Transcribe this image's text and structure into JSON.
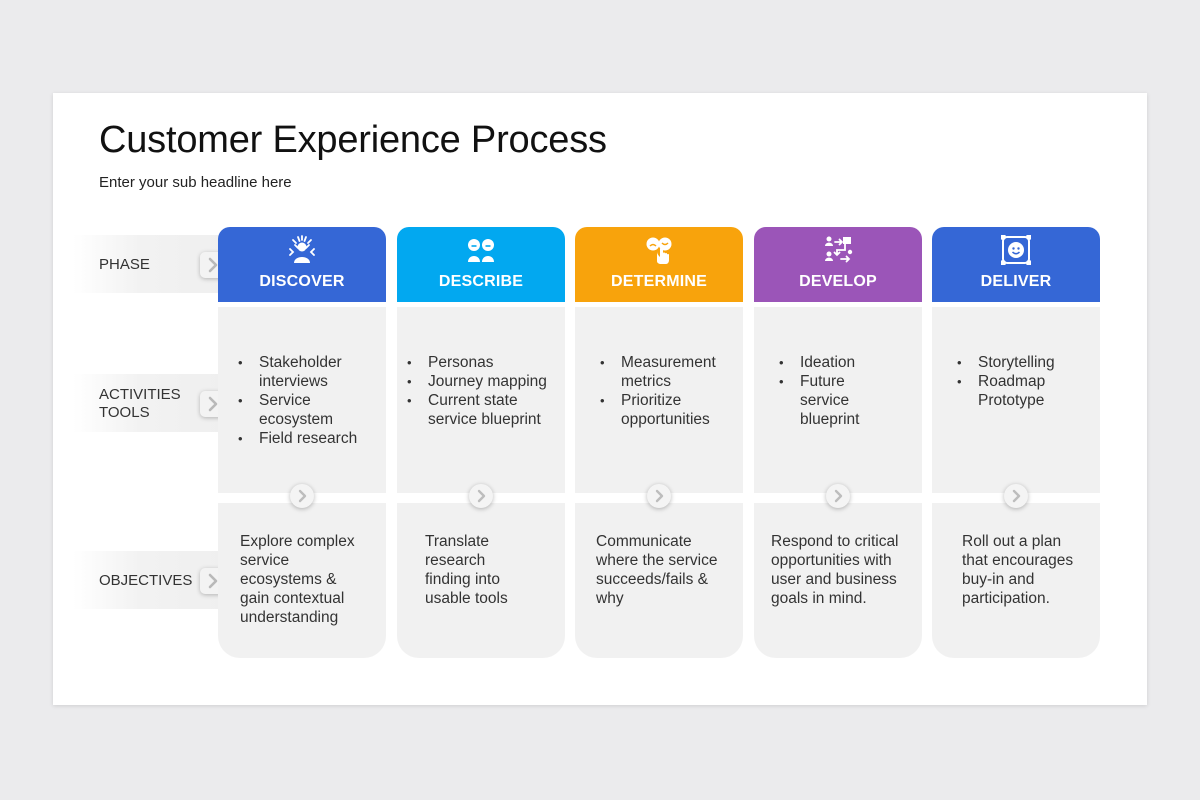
{
  "title": "Customer Experience Process",
  "subtitle": "Enter your sub headline here",
  "row_labels": {
    "phase": "PHASE",
    "activities_line1": "ACTIVITIES",
    "activities_line2": "TOOLS",
    "objectives": "OBJECTIVES"
  },
  "phases": [
    {
      "name": "DISCOVER",
      "color": "#3567d6",
      "icon": "brainstorm-person-icon",
      "activities": [
        {
          "text": "Stakeholder",
          "bullet": true
        },
        {
          "text": "interviews",
          "bullet": false
        },
        {
          "text": "Service",
          "bullet": true
        },
        {
          "text": "ecosystem",
          "bullet": false
        },
        {
          "text": "Field research",
          "bullet": true
        }
      ],
      "objective": [
        "Explore complex",
        "service",
        "ecosystems &",
        "gain contextual",
        "understanding"
      ]
    },
    {
      "name": "DESCRIBE",
      "color": "#02a8f0",
      "icon": "two-faces-icon",
      "activities": [
        {
          "text": "Personas",
          "bullet": true
        },
        {
          "text": "Journey mapping",
          "bullet": true
        },
        {
          "text": "Current state",
          "bullet": true
        },
        {
          "text": "service blueprint",
          "bullet": false
        }
      ],
      "objective": [
        "Translate",
        "research",
        "finding into",
        "usable tools"
      ]
    },
    {
      "name": "DETERMINE",
      "color": "#f8a30c",
      "icon": "face-pointer-icon",
      "activities": [
        {
          "text": "Measurement",
          "bullet": true
        },
        {
          "text": "metrics",
          "bullet": false
        },
        {
          "text": "Prioritize",
          "bullet": true
        },
        {
          "text": "opportunities",
          "bullet": false
        }
      ],
      "objective": [
        "Communicate",
        "where the service",
        "succeeds/fails &",
        "why"
      ]
    },
    {
      "name": "DEVELOP",
      "color": "#9b55b8",
      "icon": "workflow-people-icon",
      "activities": [
        {
          "text": "Ideation",
          "bullet": true
        },
        {
          "text": "Future",
          "bullet": true
        },
        {
          "text": "service",
          "bullet": false
        },
        {
          "text": "blueprint",
          "bullet": false
        }
      ],
      "objective": [
        "Respond to critical",
        "opportunities with",
        "user and business",
        "goals in mind."
      ]
    },
    {
      "name": "DELIVER",
      "color": "#3567d6",
      "icon": "face-target-icon",
      "activities": [
        {
          "text": "Storytelling",
          "bullet": true
        },
        {
          "text": "Roadmap",
          "bullet": true
        },
        {
          "text": "Prototype",
          "bullet": false
        }
      ],
      "objective": [
        "Roll out a plan",
        "that encourages",
        "buy-in and",
        "participation."
      ]
    }
  ]
}
